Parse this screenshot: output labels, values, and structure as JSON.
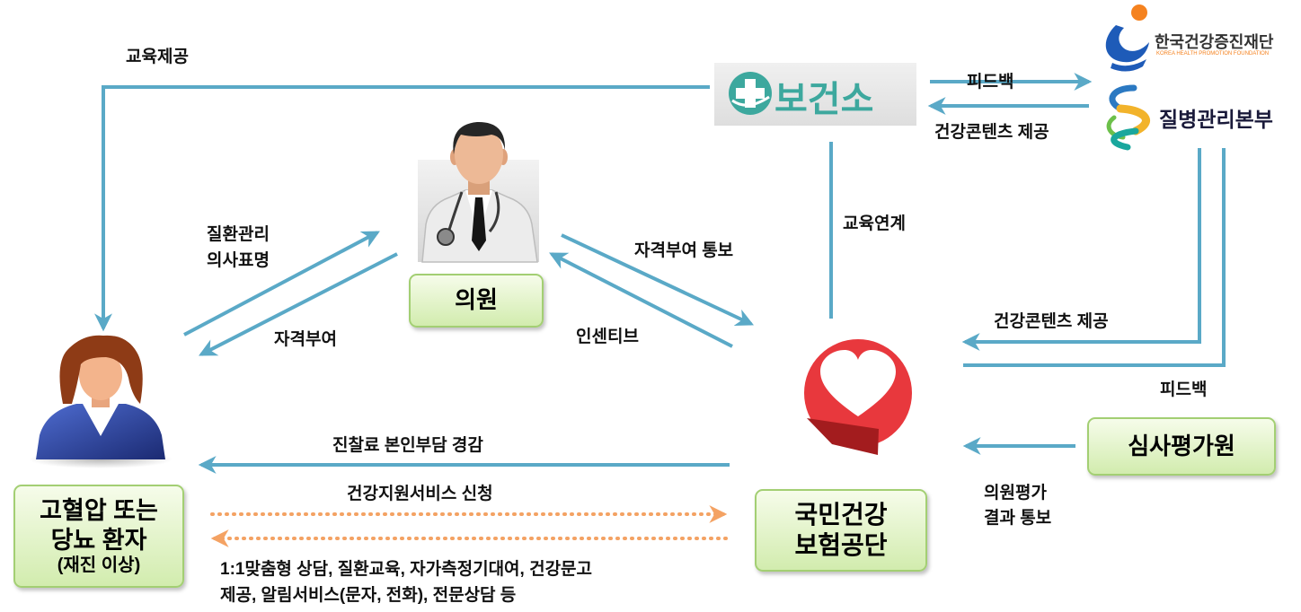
{
  "colors": {
    "arrow": "#5AA9C7",
    "dotted_arrow": "#F4A263",
    "box_fill_top": "#F6FCEA",
    "box_fill_bottom": "#D2ECAE",
    "box_border": "#A3CF73",
    "health_center_teal": "#3DA89E",
    "nhis_red": "#E8383D"
  },
  "logos": {
    "health_center": {
      "label": "보건소",
      "icon": "health-center-cross-icon"
    },
    "khpf": {
      "label": "한국건강증진재단",
      "sublabel": "KOREA HEALTH PROMOTION FOUNDATION",
      "icon": "khpf-logo-icon"
    },
    "kcdc": {
      "label": "질병관리본부",
      "icon": "kcdc-logo-icon"
    },
    "nhis": {
      "icon": "heart-speech-bubble-icon"
    }
  },
  "figures": {
    "doctor": "doctor-icon",
    "patient": "patient-icon"
  },
  "boxes": {
    "clinic": "의원",
    "hira": "심사평가원",
    "nhis": [
      "국민건강",
      "보험공단"
    ],
    "patient": [
      "고혈압 또는",
      "당뇨 환자",
      "(재진 이상)"
    ]
  },
  "edge_labels": {
    "education_provision": "교육제공",
    "feedback_top": "피드백",
    "content_top": "건강콘텐츠 제공",
    "disease_mgmt": [
      "질환관리",
      "의사표명"
    ],
    "qualification": "자격부여",
    "qualification_notice": "자격부여 통보",
    "incentive": "인센티브",
    "education_link": "교육연계",
    "content_right": "건강콘텐츠 제공",
    "feedback_right": "피드백",
    "clinic_eval": [
      "의원평가",
      "결과 통보"
    ],
    "copay_reduction": "진찰료 본인부담 경감",
    "service_application": "건강지원서비스 신청",
    "services": [
      "1:1맞춤형 상담, 질환교육, 자가측정기대여, 건강문고",
      "제공, 알림서비스(문자, 전화), 전문상담 등"
    ]
  }
}
